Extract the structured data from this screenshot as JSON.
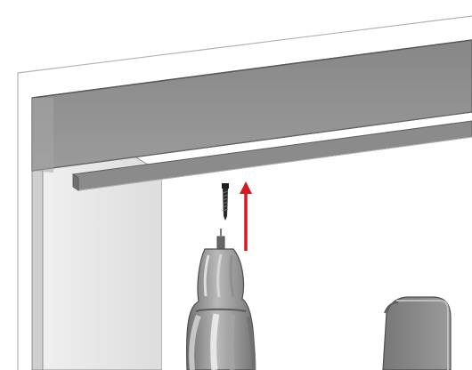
{
  "illustration": {
    "colors": {
      "background": "#ffffff",
      "wall_outline": "#9a9a9a",
      "opening_left": "#e7e7e7",
      "opening_back": "#f2f2f2",
      "lintel_face": "#8f8f8f",
      "lintel_top": "#6d6d6d",
      "track": "#7b7b7b",
      "track_shadow": "#9c9c9c",
      "screw": "#2d2d2d",
      "arrow": "#d71920",
      "drill_body": "#8e8e8e",
      "drill_highlight": "#cfcfcf",
      "drill_dark": "#5b5b5b",
      "box": "#8b8b8b"
    },
    "elements": [
      "door-frame",
      "overhead-lintel",
      "sliding-track",
      "screw-icon",
      "arrow-up-icon",
      "power-drill-icon",
      "hardware-box"
    ]
  }
}
